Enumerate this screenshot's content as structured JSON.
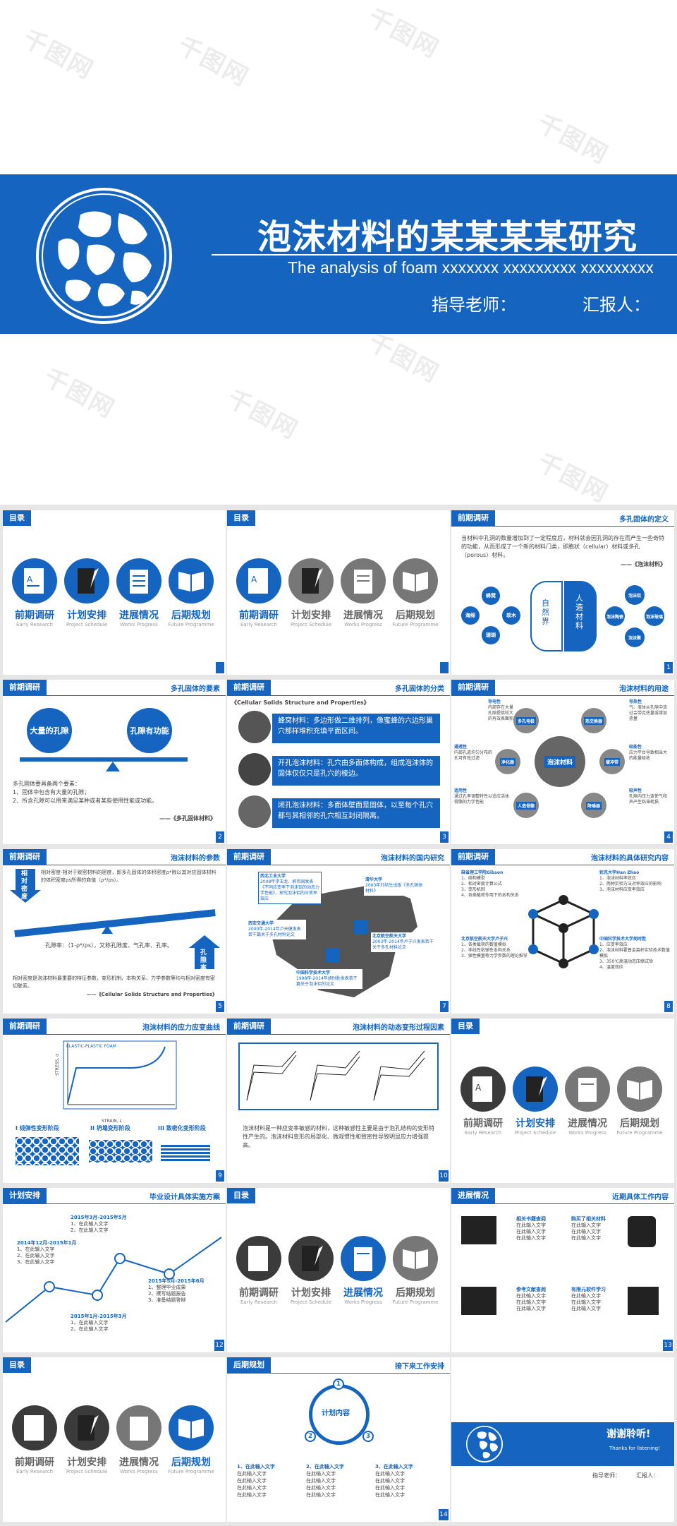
{
  "hero": {
    "title": "泡沫材料的某某某某研究",
    "subtitle": "The analysis of foam xxxxxxx xxxxxxxxx xxxxxxxxx",
    "teacher": "指导老师：",
    "reporter": "汇报人：",
    "watermark": "千图网"
  },
  "toc": {
    "label": "目录",
    "items": [
      {
        "zh": "前期调研",
        "en": "Early Research"
      },
      {
        "zh": "计划安排",
        "en": "Project Schedule"
      },
      {
        "zh": "进展情况",
        "en": "Works Progress"
      },
      {
        "zh": "后期规划",
        "en": "Future Programme"
      }
    ]
  },
  "s1": {
    "tag": "前期调研",
    "title": "多孔固体的定义",
    "text": "当材料中孔洞的数量增加到了一定程度后，材料就会因孔洞的存在而产生一些奇特的功能，从而形成了一个新的材料门类，即胞状（cellular）材料或多孔（porous）材料。",
    "cite": "——《泡沫材料》",
    "nature": "自然界",
    "man": "人造材料",
    "left": [
      "蜂窝",
      "海绵",
      "软木",
      "珊瑚"
    ],
    "right": [
      "泡沫铝",
      "泡沫陶瓷",
      "泡沫玻璃",
      "泡沫聚"
    ],
    "page": "1"
  },
  "s2": {
    "tag": "前期调研",
    "title": "多孔固体的要素",
    "a": "大量的孔隙",
    "b": "孔隙有功能",
    "text": [
      "多孔固体要具备两个要素：",
      "1、固体中包含有大量的孔隙；",
      "2、所含孔隙可以用来满足某种或者某些使用性能或功能。"
    ],
    "cite": "——《多孔固体材料》",
    "page": "2"
  },
  "s3": {
    "tag": "前期调研",
    "title": "多孔固体的分类",
    "head": "《Cellular Solids Structure and Properties》",
    "rows": [
      "蜂窝材料：多边形做二维排列，像蜜蜂的六边形巢穴那样堆积充填平面区间。",
      "开孔泡沫材料：孔穴由多面体构成，组成泡沫体的固体仅仅只是孔穴的棱边。",
      "闭孔泡沫材料：多面体壁面是固体，以至每个孔穴都与其相邻的孔穴相互封闭隔离。"
    ],
    "page": "3"
  },
  "s4": {
    "tag": "前期调研",
    "title": "泡沫材料的用途",
    "center": "泡沫材料",
    "nodes": [
      "多孔电极",
      "热交换器",
      "净化器",
      "缓冲带",
      "人造骨骼",
      "降噪器"
    ],
    "lt": "导电性",
    "lt2": "内部存在大量孔隙提供较大的有效表面积",
    "rt": "导热性",
    "rt2": "气、液体从孔隙中流过会带走热量或增加热量",
    "lm": "通透性",
    "lm2": "内部孔道均匀分布的孔可有效过滤",
    "rm": "吸能性",
    "rm2": "应力平台导致相当大的能量吸收",
    "lb": "适用性",
    "lb2": "通过孔率调整特性以适应活体骨骼的力学性能",
    "rb": "吸声性",
    "rb2": "孔隙内压力波使气和声产生粘滞耗损",
    "page": "4"
  },
  "s5": {
    "tag": "前期调研",
    "title": "泡沫材料的参数",
    "arrowA": "相对密度",
    "arrowB": "孔隙率",
    "text1": "相对密度-相对于致密材料的密度，即多孔固体的体积密度ρ*除以其对应固体材料的体积密度ρs所得的商值（ρ*/ρs）。",
    "formula": "孔隙率：（1-ρ*/ρs），又称孔隙度、气孔率、孔率。",
    "text2": "相对密度是泡沫材料最重要的特征参数，变形机制、本构关系、力学参数等均与相对密度有密切联系。",
    "cite": "——《Cellular Solids Structure and Properties》",
    "page": "5"
  },
  "s7": {
    "tag": "前期调研",
    "title": "泡沫材料的国内研究",
    "unis": [
      {
        "name": "西北工业大学",
        "t": "2008年李玉龙、郭伟国发表《不同应变率下泡沫铝的动态力学性能》，探究泡沫铝的应变率效应"
      },
      {
        "name": "清华大学",
        "t": "2003年刘培生出版《多孔固体材料》"
      },
      {
        "name": "西安交通大学",
        "t": "2000年-2014年卢天健发表若干篇关于多孔材料论文"
      },
      {
        "name": "北京航空航天大学",
        "t": "2003年-2014年卢子兴发表若干关于多孔材料论文"
      },
      {
        "name": "中国科学技术大学",
        "t": "1998年-2014年胡时胜发表若干篇关于泡沫铝的论文"
      }
    ],
    "page": "7"
  },
  "s8": {
    "tag": "前期调研",
    "title": "泡沫材料的具体研究内容",
    "g1": "麻省理工学院Gibson",
    "g1t": [
      "1、结构模型",
      "2、相对密度计算公式",
      "3、变形机制",
      "4、各类载荷作用下的本构关系"
    ],
    "g2": "犹克大学Han Zhao",
    "g2t": [
      "1、泡沫材料率效应",
      "2、两种实验方法对率效应的影响",
      "3、泡沫材料应变率效应"
    ],
    "g3": "北京航空航天大学卢子兴",
    "g3t": [
      "1、各类载荷的数值模拟",
      "2、非线性粘弹性本构关系",
      "3、弹性模量等力学参数的理论推导"
    ],
    "g4": "中国科学技术大学胡时胜",
    "g4t": [
      "1、应变率效应",
      "2、泡沫材料霍普金森杆实验技术数值模拟",
      "3、350℃高温动态压缩试验",
      "4、温度效应"
    ],
    "page": "8"
  },
  "s9": {
    "tag": "前期调研",
    "title": "泡沫材料的应力应变曲线",
    "curve": "ELASTIC-PLASTIC FOAM",
    "xlab": "STRAIN, ε",
    "ylab": "STRESS, σ",
    "stages": [
      "I 线弹性变形阶段",
      "II 坍塌变形阶段",
      "III 致密化变形阶段"
    ],
    "page": "9"
  },
  "s10": {
    "tag": "前期调研",
    "title": "泡沫材料的动态变形过程因素",
    "text": "泡沫材料是一种应变率敏感的材料，这种敏感性主要是由于泡孔结构的变形特性产生的。泡沫材料变形的局部化、微观惯性和致密性导致明显应力增强提高。",
    "page": "10"
  },
  "s12": {
    "tag": "计划安排",
    "title": "毕业设计具体实施方案",
    "p1": "2014年12月-2015年1月",
    "p1t": [
      "1、在此输入文字",
      "2、在此输入文字",
      "3、在此输入文字"
    ],
    "p2": "2015年1月-2015年3月",
    "p2t": [
      "1、在此输入文字",
      "2、在此输入文字"
    ],
    "p3": "2015年3月-2015年5月",
    "p3t": [
      "1、在此输入文字",
      "2、在此输入文字"
    ],
    "p4": "2015年5月-2015年6月",
    "p4t": [
      "1、整理毕业成果",
      "2、撰写结题报告",
      "3、准备结题答辩"
    ],
    "page": "12"
  },
  "s13": {
    "tag": "进展情况",
    "title": "近期具体工作内容",
    "blocks": [
      {
        "h": "相关书籍查阅",
        "t": [
          "在此输入文字",
          "在此输入文字",
          "在此输入文字"
        ]
      },
      {
        "h": "购买了相关材料",
        "t": [
          "在此输入文字",
          "在此输入文字",
          "在此输入文字"
        ]
      },
      {
        "h": "参考文献查阅",
        "t": [
          "在此输入文字",
          "在此输入文字",
          "在此输入文字"
        ]
      },
      {
        "h": "有限元软件学习",
        "t": [
          "在此输入文字",
          "在此输入文字",
          "在此输入文字"
        ]
      }
    ],
    "page": "13"
  },
  "s14": {
    "tag": "后期规划",
    "title": "接下来工作安排",
    "center": "计划内容",
    "nums": [
      "1",
      "2",
      "3"
    ],
    "cols": [
      {
        "h": "1、在此输入文字",
        "t": [
          "在此输入文字",
          "在此输入文字",
          "在此输入文字",
          "在此输入文字"
        ]
      },
      {
        "h": "2、在此输入文字",
        "t": [
          "在此输入文字",
          "在此输入文字",
          "在此输入文字",
          "在此输入文字"
        ]
      },
      {
        "h": "3、在此输入文字",
        "t": [
          "在此输入文字",
          "在此输入文字",
          "在此输入文字",
          "在此输入文字"
        ]
      }
    ],
    "page": "14"
  },
  "end": {
    "thanks": "谢谢聆听!",
    "en": "Thanks for listening!",
    "teacher": "指导老师：",
    "reporter": "汇报人："
  },
  "colors": {
    "blue": "#1565C0",
    "gray": "#777777",
    "dark": "#3b3b3b"
  }
}
